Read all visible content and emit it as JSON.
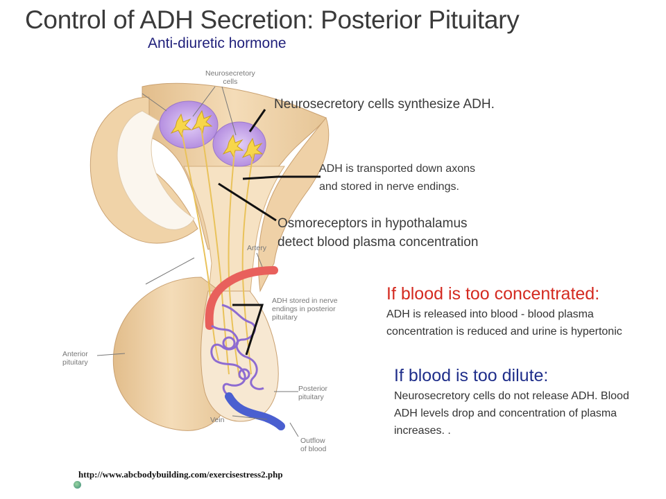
{
  "title": "Control of ADH Secretion: Posterior Pituitary",
  "subtitle": "Anti-diuretic hormone",
  "callouts": {
    "synthesize": "Neurosecretory cells synthesize ADH.",
    "transport_1": "ADH is transported down axons",
    "transport_2": "and stored in nerve endings.",
    "osmo_1": "Osmoreceptors in hypothalamus",
    "osmo_2": "detect blood plasma concentration"
  },
  "labels": {
    "neurosecretory_cells_1": "Neurosecretory",
    "neurosecretory_cells_2": "cells",
    "artery": "Artery",
    "adh_stored_1": "ADH stored in nerve",
    "adh_stored_2": "endings in posterior",
    "adh_stored_3": "pituitary",
    "anterior_1": "Anterior",
    "anterior_2": "pituitary",
    "posterior_1": "Posterior",
    "posterior_2": "pituitary",
    "vein": "Vein",
    "outflow_1": "Outflow",
    "outflow_2": "of blood"
  },
  "concentrated": {
    "heading": "If blood is too concentrated:",
    "line_1": "ADH is released into blood - blood plasma",
    "line_2": "concentration is reduced and urine is hypertonic"
  },
  "dilute": {
    "heading": "If blood is too dilute:",
    "line_1": "Neurosecretory cells do not release ADH. Blood",
    "line_2": "ADH levels drop and concentration of plasma",
    "line_3": "increases. ."
  },
  "source_url": "http://www.abcbodybuilding.com/exercisestress2.php",
  "colors": {
    "tissue": "#f2d9b4",
    "tissue_dark": "#e3bf8f",
    "cell_body": "#c9a8e8",
    "artery": "#e8605c",
    "vein": "#4a5fd0",
    "red_heading": "#d42a20",
    "blue_heading": "#1f2e8a"
  }
}
